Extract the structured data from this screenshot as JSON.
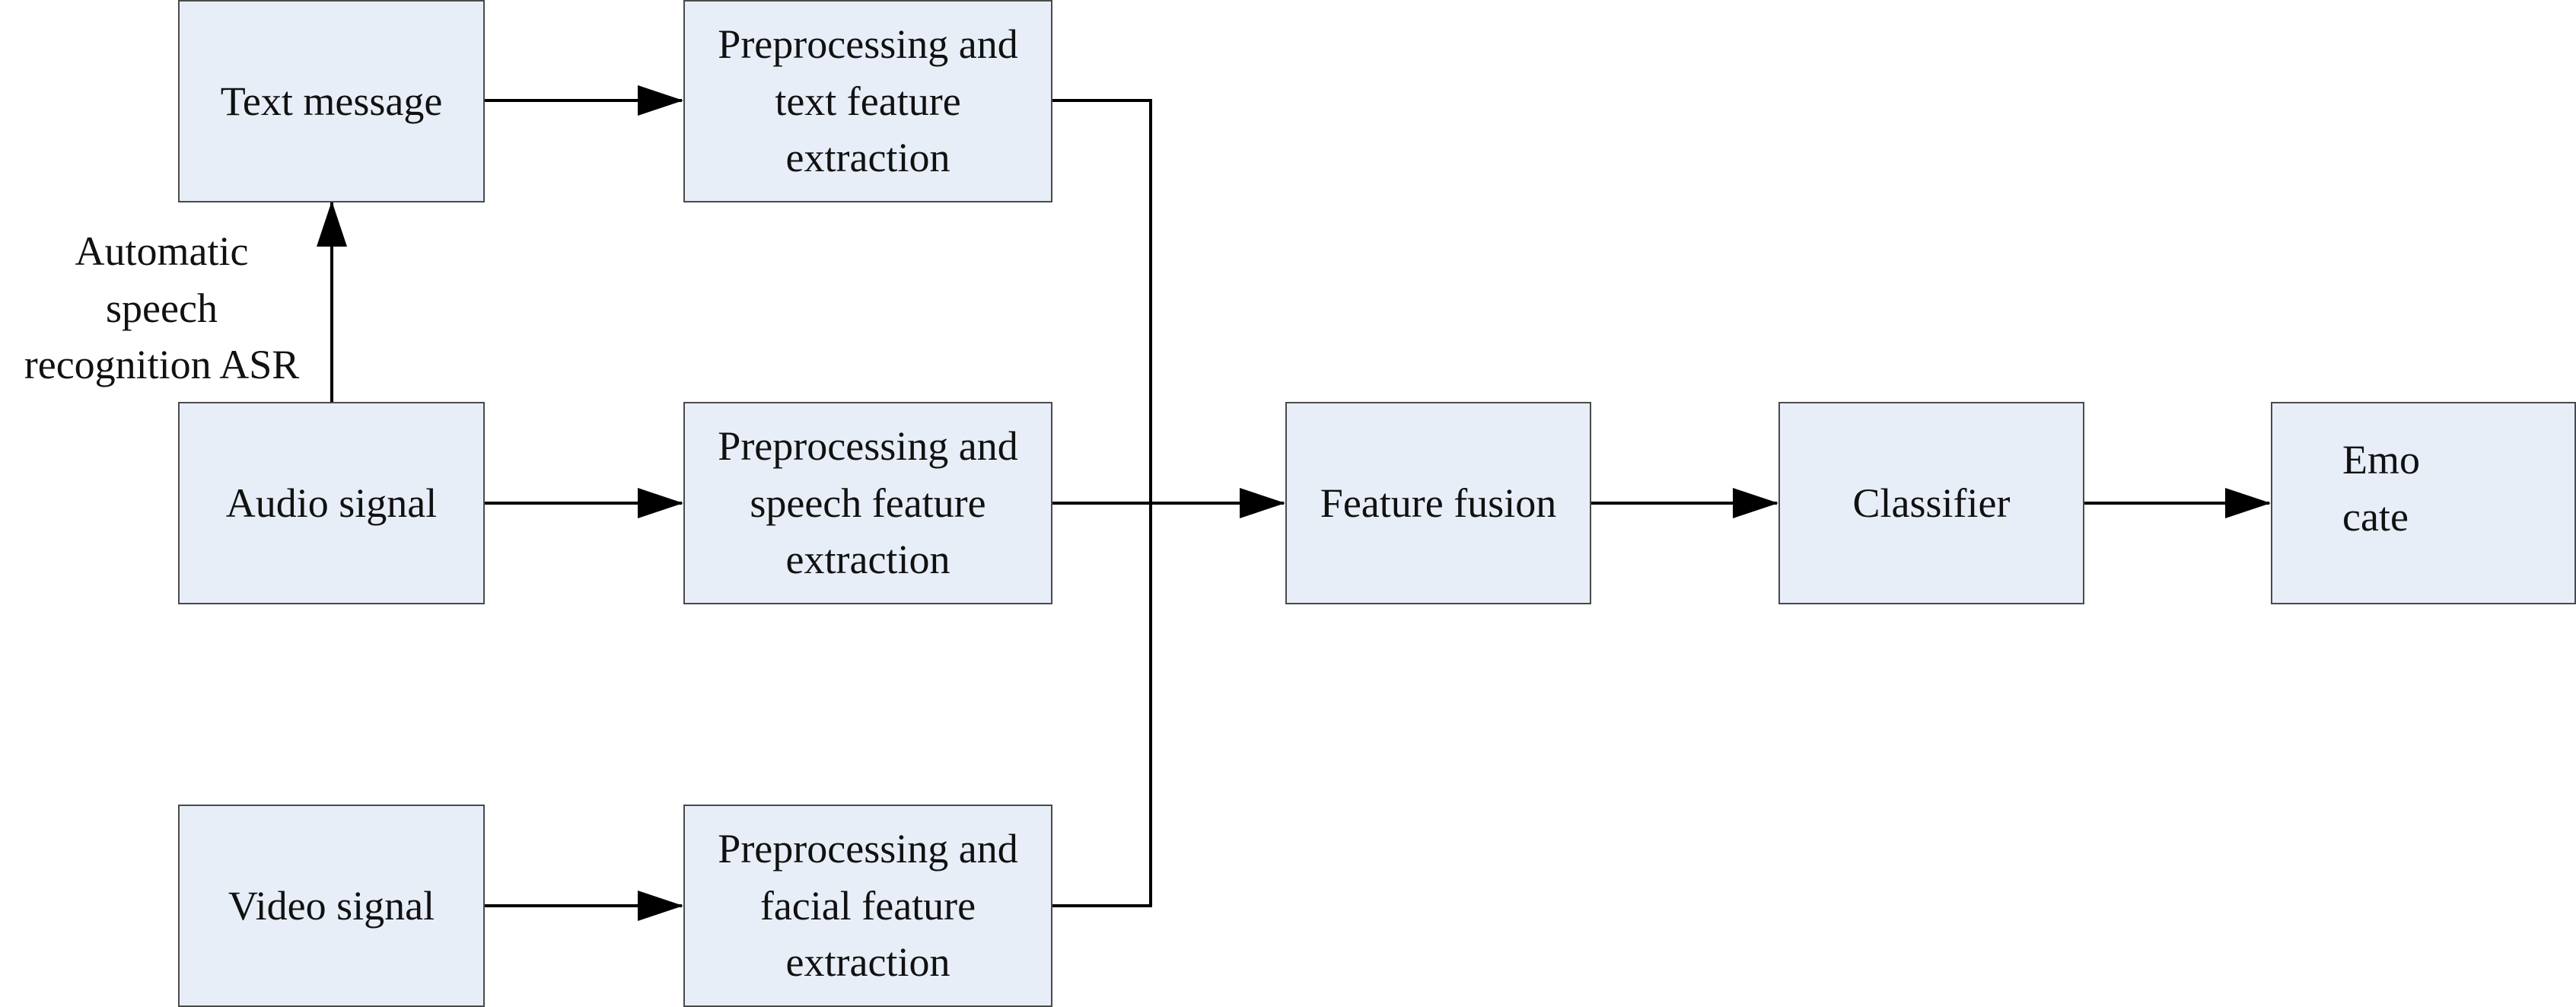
{
  "boxes": {
    "text_message": "Text message",
    "audio_signal": "Audio signal",
    "video_signal": "Video signal",
    "text_preprocessing": "Preprocessing and\ntext feature\nextraction",
    "speech_preprocessing": "Preprocessing and\nspeech feature\nextraction",
    "facial_preprocessing": "Preprocessing and\nfacial feature\nextraction",
    "feature_fusion": "Feature fusion",
    "classifier": "Classifier",
    "emotion_category": "Emo\ncate"
  },
  "annotations": {
    "asr": "Automatic\nspeech\nrecognition ASR"
  },
  "colors": {
    "box_fill": "#e8eef8",
    "box_border": "#4a4a4a",
    "line": "#000000",
    "text": "#111111"
  }
}
